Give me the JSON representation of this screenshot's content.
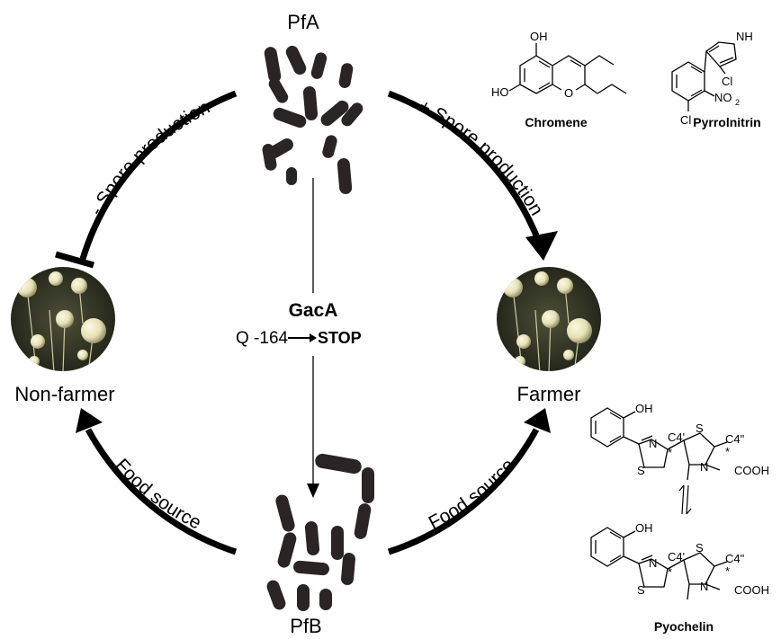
{
  "nodes": {
    "top": "PfA",
    "bottom": "PfB",
    "left": "Non-farmer",
    "right": "Farmer"
  },
  "edges": {
    "top_left": "- Spore production",
    "top_right": "+ Spore production",
    "bottom_left": "Food source",
    "bottom_right": "Food source"
  },
  "center": {
    "gene": "GacA",
    "mutation_prefix": "Q -164",
    "mutation_suffix": "STOP"
  },
  "compounds": {
    "chromene": "Chromene",
    "pyrrolnitrin": "Pyrrolnitrin",
    "pyochelin": "Pyochelin"
  },
  "atoms": {
    "oh": "OH",
    "ho": "HO",
    "o": "O",
    "nh": "NH",
    "cl": "Cl",
    "no2": "NO",
    "sub2": "2",
    "s": "S",
    "n": "N",
    "c4p": "C4'",
    "c4pp": "C4\"",
    "star": "*",
    "cooh": "COOH"
  },
  "colors": {
    "arrow": "#000000",
    "cell": "#2a2424",
    "colony_bg": "#2f3226",
    "fruiting_body": "#e9e4bc"
  }
}
